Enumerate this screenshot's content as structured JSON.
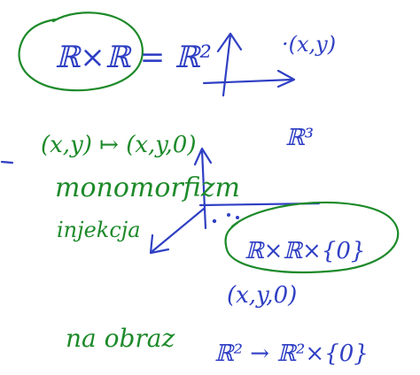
{
  "colors": {
    "blue_ink": "#2f3fc4",
    "green_ink": "#1d8a2a",
    "background": "#ffffff"
  },
  "notes": {
    "r_times_r_eq_r2": "ℝ×ℝ = ℝ²",
    "point_xy": "·(x,y)",
    "map_xy_to_xy0": "(x,y) ↦ (x,y,0)",
    "r3": "ℝ³",
    "monomorfizm": "monomorfizm",
    "injekcja": "injekcja",
    "r_times_r_times_zero": "ℝ×ℝ×{0}",
    "point_xy0": "(x,y,0)",
    "na_obraz": "na obraz",
    "r2_to_r2_times_zero": "ℝ² → ℝ²×{0}"
  }
}
